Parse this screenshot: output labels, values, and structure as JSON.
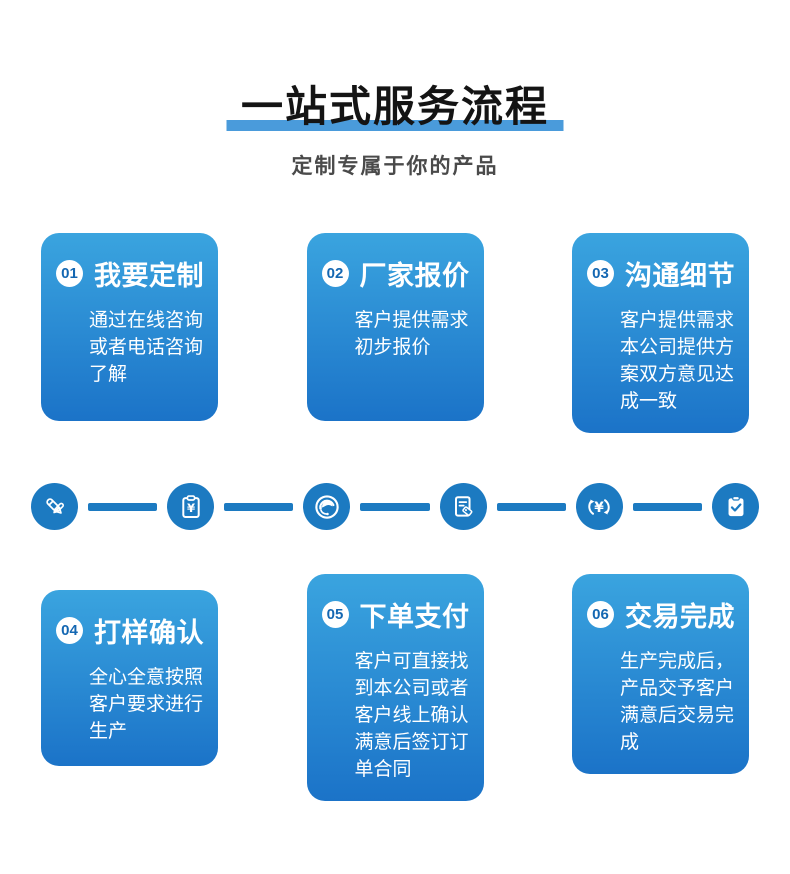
{
  "header": {
    "title": "一站式服务流程",
    "subtitle": "定制专属于你的产品"
  },
  "steps": [
    {
      "num": "01",
      "title": "我要定制",
      "desc": "通过在线咨询或者电话咨询了解"
    },
    {
      "num": "02",
      "title": "厂家报价",
      "desc": "客户提供需求初步报价"
    },
    {
      "num": "03",
      "title": "沟通细节",
      "desc": "客户提供需求本公司提供方案双方意见达成一致"
    },
    {
      "num": "04",
      "title": "打样确认",
      "desc": "全心全意按照客户要求进行生产"
    },
    {
      "num": "05",
      "title": "下单支付",
      "desc": "客户可直接找到本公司或者客户线上确认满意后签订订单合同"
    },
    {
      "num": "06",
      "title": "交易完成",
      "desc": "生产完成后，产品交予客户满意后交易完成"
    }
  ],
  "flow_icons": [
    "design-pens-icon",
    "clipboard-yen-icon",
    "headset-support-icon",
    "document-tag-icon",
    "yen-refresh-icon",
    "clipboard-check-icon"
  ],
  "colors": {
    "accent_bar": "#4a9bdb",
    "card_gradient_top": "#3aa4df",
    "card_gradient_bottom": "#1b73c8",
    "icon_blue": "#1c7ac1",
    "badge_number": "#1467b2",
    "title_text": "#141414",
    "subtitle_text": "#4a4a4a"
  }
}
